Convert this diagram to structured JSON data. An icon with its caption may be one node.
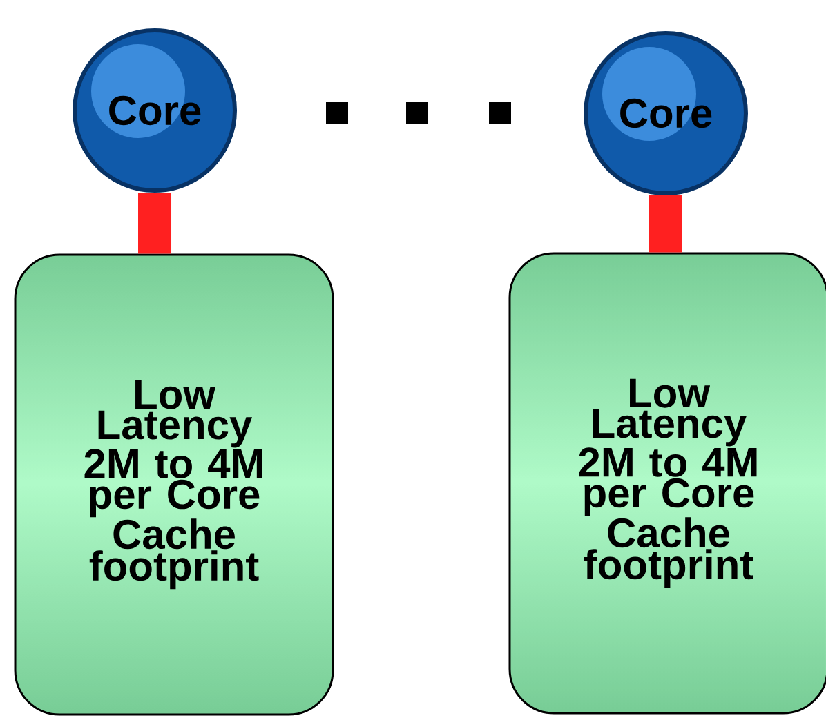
{
  "diagram": {
    "nodes": [
      {
        "text": [
          "Core"
        ]
      },
      {
        "text": [
          "Core"
        ]
      },
      {
        "text": [
          "Low Latency 2M to 4M per Core Cache footprint"
        ]
      },
      {
        "text": [
          "Low Latency 2M to 4M per Core Cache footprint"
        ]
      }
    ],
    "edges": [
      {
        "from": 0,
        "to": 2,
        "arrow": "none"
      },
      {
        "from": 1,
        "to": 3,
        "arrow": "none"
      }
    ]
  }
}
